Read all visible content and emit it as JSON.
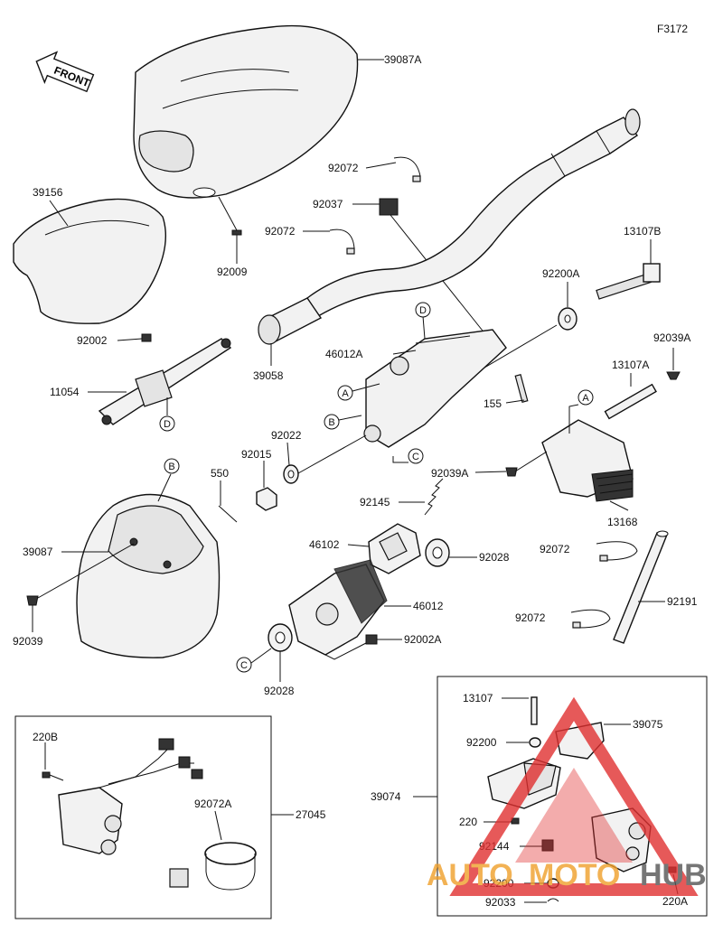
{
  "figure_code": "F3172",
  "front_label": "FRONT",
  "watermark": {
    "part1": "AUTO",
    "part2": "MOTO",
    "part3": "HUB",
    "color_main": "#f0a02a",
    "color_dark": "#555555",
    "color_triangle": "#e03030"
  },
  "parts": {
    "p39087A": "39087A",
    "p39156": "39156",
    "p92009": "92009",
    "p92072_a": "92072",
    "p92037": "92037",
    "p92072_b": "92072",
    "p13107B": "13107B",
    "p92200A": "92200A",
    "p92002": "92002",
    "p11054": "11054",
    "p39058": "39058",
    "p46012A": "46012A",
    "p155": "155",
    "p92039A_a": "92039A",
    "p13107A": "13107A",
    "p92022": "92022",
    "p92015": "92015",
    "p550": "550",
    "p39087": "39087",
    "p92039": "92039",
    "p92145": "92145",
    "p92039A_b": "92039A",
    "p13168": "13168",
    "p46102": "46102",
    "p92028_a": "92028",
    "p92072_c": "92072",
    "p46012": "46012",
    "p92191": "92191",
    "p92072_d": "92072",
    "p92002A": "92002A",
    "p92028_b": "92028",
    "p220B": "220B",
    "p92072A": "92072A",
    "p27045": "27045",
    "p13107": "13107",
    "p39075": "39075",
    "p92200_a": "92200",
    "p39074": "39074",
    "p220": "220",
    "p92144": "92144",
    "p92200_b": "92200",
    "p92033": "92033",
    "p220A": "220A"
  },
  "refs": {
    "A": "A",
    "B": "B",
    "C": "C",
    "D": "D"
  }
}
